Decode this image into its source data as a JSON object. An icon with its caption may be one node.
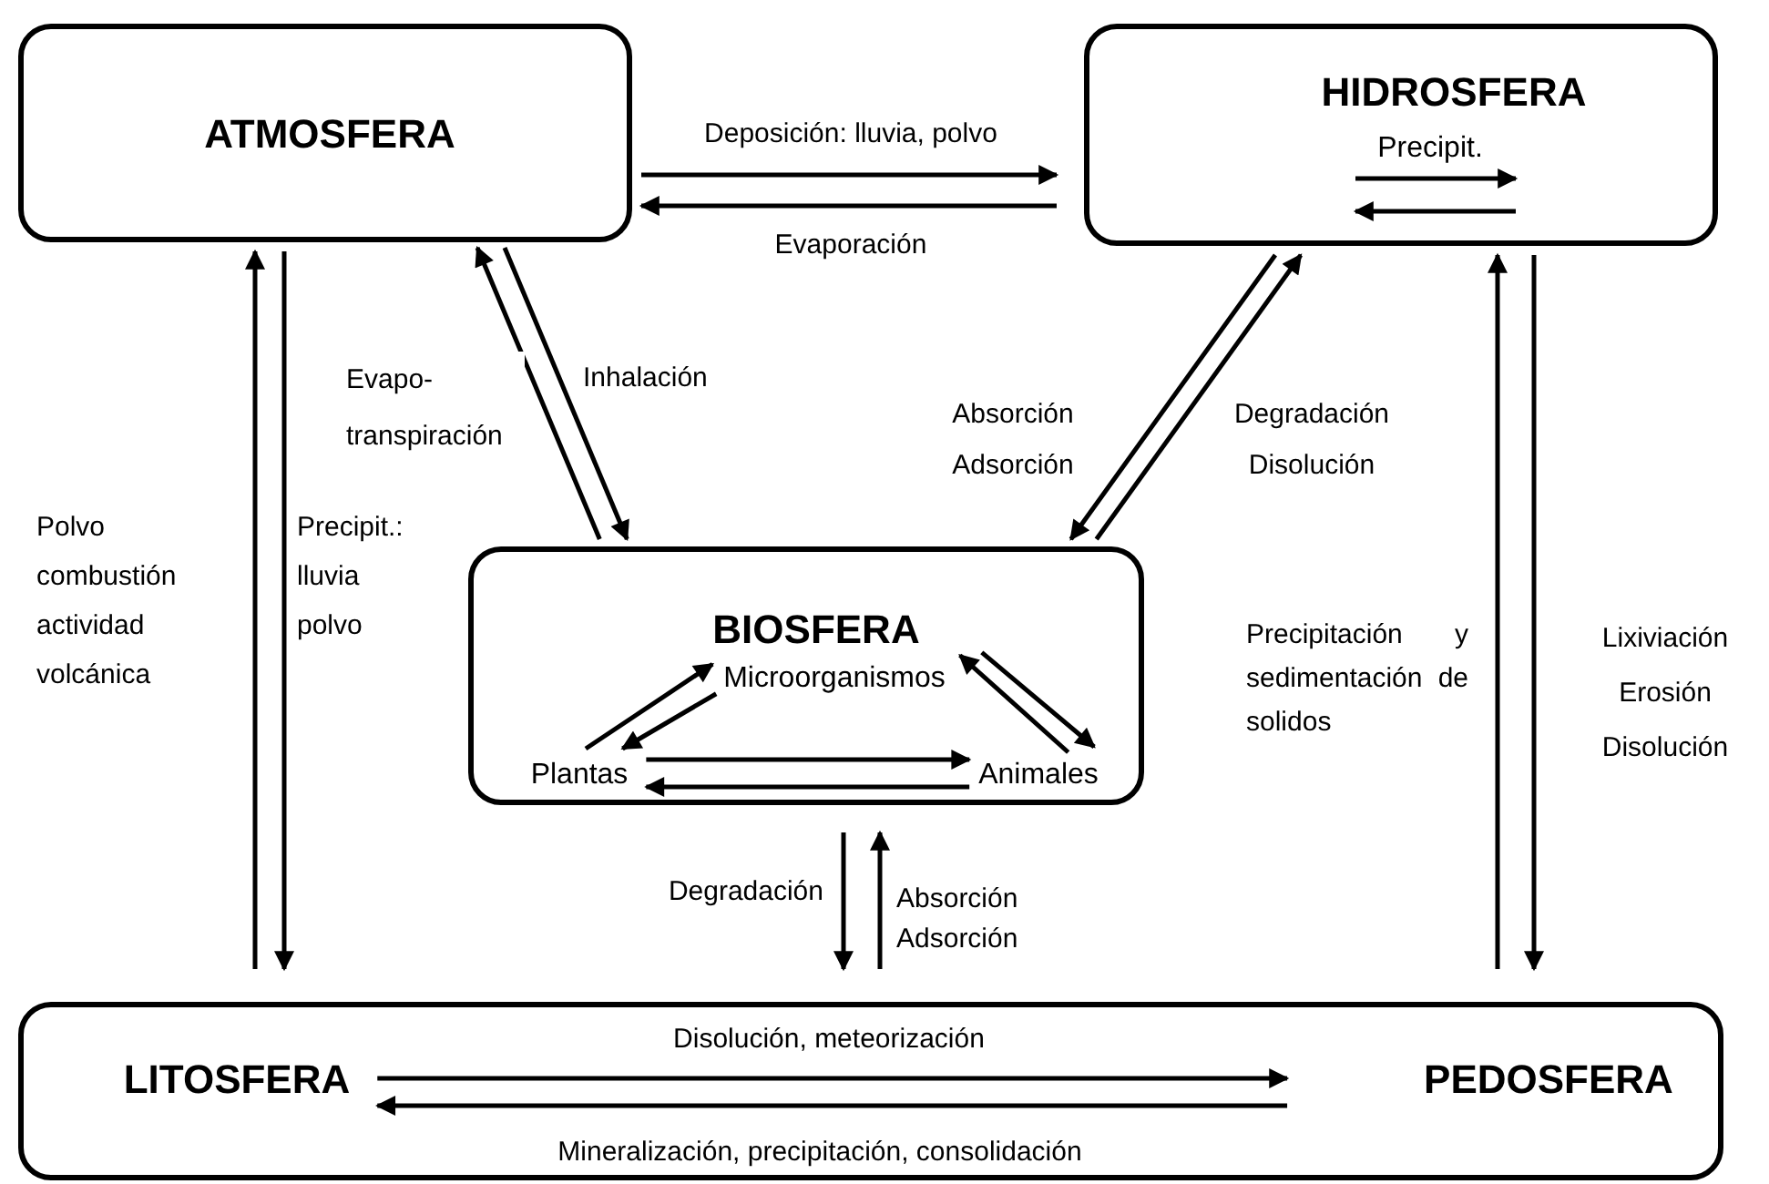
{
  "diagram": {
    "nodes": [
      {
        "text": [
          "ATMOSFERA"
        ]
      },
      {
        "text": [
          "HIDROSFERA",
          "Precipit."
        ]
      },
      {
        "text": [
          "BIOSFERA"
        ]
      },
      {
        "text": [
          "Microorganismos"
        ],
        "in": 2
      },
      {
        "text": [
          "Plantas"
        ],
        "in": 2
      },
      {
        "text": [
          "Animales"
        ],
        "in": 2
      },
      {
        "text": [],
        "shape": "box"
      },
      {
        "text": [
          "LITOSFERA"
        ],
        "in": 6
      },
      {
        "text": [
          "PEDOSFERA"
        ],
        "in": 6
      }
    ],
    "edges": [
      {
        "from": 0,
        "to": 1,
        "arrow": "to",
        "label": "Deposición: lluvia, polvo"
      },
      {
        "from": 1,
        "to": 0,
        "arrow": "to",
        "label": "Evaporación"
      },
      {
        "from": 6,
        "to": 0,
        "arrow": "to",
        "label": "Polvo combustión actividad volcánica"
      },
      {
        "from": 0,
        "to": 6,
        "arrow": "to",
        "label": "Precipit.: lluvia polvo"
      },
      {
        "from": 2,
        "to": 0,
        "arrow": "to",
        "label": "Evapo- transpiración"
      },
      {
        "from": 0,
        "to": 2,
        "arrow": "to",
        "label": "Inhalación"
      },
      {
        "from": 1,
        "to": 2,
        "arrow": "to",
        "label": "Absorción Adsorción"
      },
      {
        "from": 2,
        "to": 1,
        "arrow": "to",
        "label": "Degradación Disolución"
      },
      {
        "from": 6,
        "to": 1,
        "arrow": "to",
        "label": "Precipitación y sedimentación de solidos"
      },
      {
        "from": 1,
        "to": 6,
        "arrow": "to",
        "label": "Lixiviación Erosión Disolución"
      },
      {
        "from": 2,
        "to": 6,
        "arrow": "to",
        "label": "Degradación"
      },
      {
        "from": 6,
        "to": 2,
        "arrow": "to",
        "label": "Absorción Adsorción"
      },
      {
        "from": 7,
        "to": 8,
        "arrow": "to",
        "label": "Disolución, meteorización"
      },
      {
        "from": 8,
        "to": 7,
        "arrow": "to",
        "label": "Mineralización, precipitación, consolidación"
      },
      {
        "from": 4,
        "to": 3,
        "arrow": "to"
      },
      {
        "from": 3,
        "to": 4,
        "arrow": "to"
      },
      {
        "from": 5,
        "to": 3,
        "arrow": "to"
      },
      {
        "from": 3,
        "to": 5,
        "arrow": "to"
      },
      {
        "from": 4,
        "to": 5,
        "arrow": "to"
      },
      {
        "from": 5,
        "to": 4,
        "arrow": "to"
      }
    ]
  }
}
